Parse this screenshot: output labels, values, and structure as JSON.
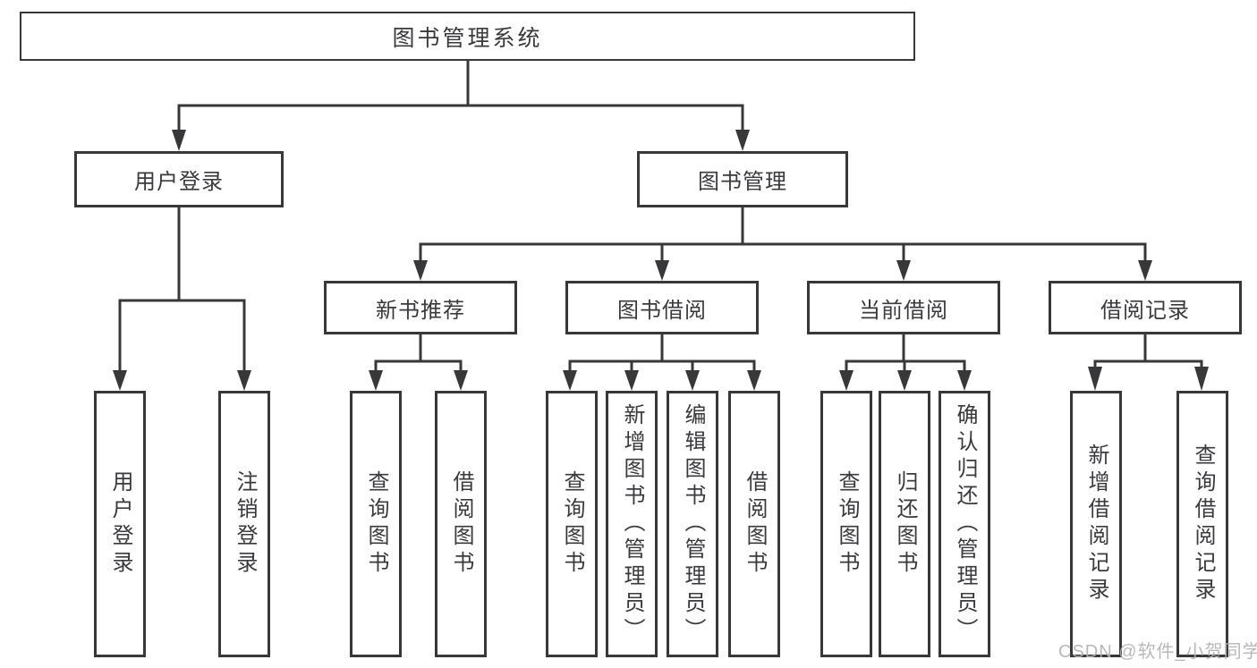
{
  "diagram_type": "hierarchy-tree",
  "colors": {
    "background": "#ffffff",
    "box_border": "#38383a",
    "connector_line": "#38383a",
    "text": "#3a3a3e",
    "watermark_text": "#b2b2b2"
  },
  "watermark": {
    "text": "CSDN @软件_小贺同学"
  },
  "tree": {
    "label": "图书管理系统",
    "children": [
      {
        "label": "用户登录",
        "children": [
          {
            "label": "用户登录"
          },
          {
            "label": "注销登录"
          }
        ]
      },
      {
        "label": "图书管理",
        "children": [
          {
            "label": "新书推荐",
            "children": [
              {
                "label": "查询图书"
              },
              {
                "label": "借阅图书"
              }
            ]
          },
          {
            "label": "图书借阅",
            "children": [
              {
                "label": "查询图书"
              },
              {
                "label": "新增图书（管理员）"
              },
              {
                "label": "编辑图书（管理员）"
              },
              {
                "label": "借阅图书"
              }
            ]
          },
          {
            "label": "当前借阅",
            "children": [
              {
                "label": "查询图书"
              },
              {
                "label": "归还图书"
              },
              {
                "label": "确认归还（管理员）"
              }
            ]
          },
          {
            "label": "借阅记录",
            "children": [
              {
                "label": "新增借阅记录"
              },
              {
                "label": "查询借阅记录"
              }
            ]
          }
        ]
      }
    ]
  }
}
